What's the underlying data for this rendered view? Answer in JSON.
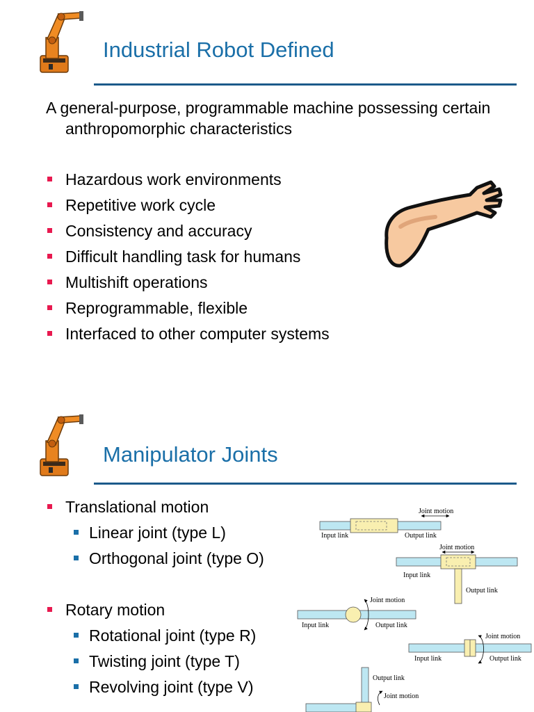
{
  "slide1": {
    "title": "Industrial Robot Defined",
    "intro": "A general-purpose, programmable machine possessing certain anthropomorphic characteristics",
    "bullets": [
      "Hazardous work environments",
      "Repetitive work cycle",
      "Consistency and accuracy",
      "Difficult handling task for humans",
      "Multishift operations",
      "Reprogrammable, flexible",
      "Interfaced to other computer systems"
    ]
  },
  "slide2": {
    "title": "Manipulator Joints",
    "translational": {
      "label": "Translational motion",
      "items": [
        "Linear joint (type L)",
        "Orthogonal joint (type O)"
      ]
    },
    "rotary": {
      "label": "Rotary motion",
      "items": [
        "Rotational joint (type R)",
        "Twisting joint (type T)",
        "Revolving joint (type V)"
      ]
    },
    "diagram_labels": {
      "joint_motion": "Joint motion",
      "input_link": "Input link",
      "output_link": "Output link"
    }
  },
  "colors": {
    "title": "#1a6fa8",
    "rule": "#1b5a8a",
    "bullet": "#e8194f",
    "sub_bullet": "#1a6fa8",
    "link_fill": "#bde7f2",
    "joint_fill": "#f9efb0"
  }
}
